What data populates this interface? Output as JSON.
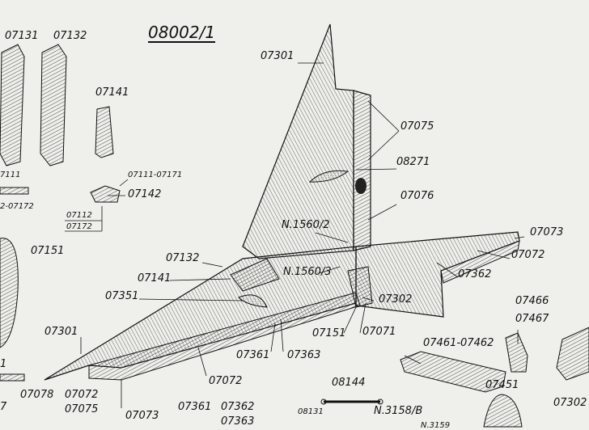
{
  "title": "08002/1",
  "labels": {
    "l07131": "07131",
    "l07132_top": "07132",
    "l07141_top": "07141",
    "l07111_07171": "07111-07171",
    "l07142": "07142",
    "l07112": "07112",
    "l07172": "07172",
    "l07111_edge": "7111",
    "l07172_edge": "2-07172",
    "l07151_left": "07151",
    "l07301_top": "07301",
    "l07075_top": "07075",
    "l08271": "08271",
    "l07076": "07076",
    "lN1560_2": "N.1560/2",
    "lN1560_3": "N.1560/3",
    "l07073_right": "07073",
    "l07072_right": "07072",
    "l07362": "07362",
    "l07132_mid": "07132",
    "l07141_mid": "07141",
    "l07351": "07351",
    "l07302": "07302",
    "l07151_mid": "07151",
    "l07071": "07071",
    "l07301_left": "07301",
    "l07361_mid": "07361",
    "l07363_mid": "07363",
    "l07072_bottom": "07072",
    "l07466": "07466",
    "l07467": "07467",
    "l07461_07462": "07461-07462",
    "l08144": "08144",
    "lN3158B": "N.3158/B",
    "l07451": "07451",
    "l07302_right": "07302",
    "l07078": "07078",
    "l07072_bl": "07072",
    "l07075_bl": "07075",
    "l07073_bottom": "07073",
    "l07361_bottom": "07361",
    "l07362_bottom": "07362",
    "l07363_bottom": "07363",
    "l08131": "08131",
    "lN3159": "N.3159",
    "l07_edge": "7",
    "l1_edge": "1"
  }
}
